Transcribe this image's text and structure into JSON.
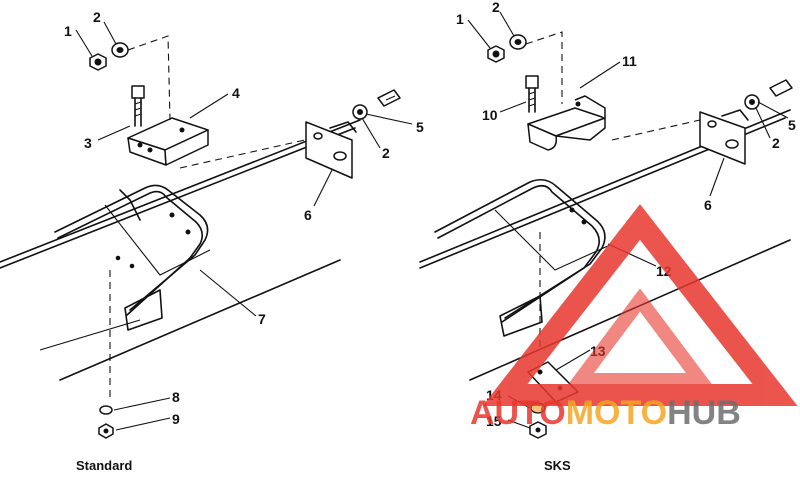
{
  "captions": {
    "left": "Standard",
    "right": "SKS"
  },
  "callouts": {
    "left": [
      "1",
      "2",
      "3",
      "4",
      "5",
      "2",
      "6",
      "7",
      "8",
      "9"
    ],
    "right": [
      "1",
      "2",
      "10",
      "11",
      "2",
      "5",
      "6",
      "12",
      "13",
      "14",
      "15"
    ]
  },
  "watermark": {
    "text_red": "AUTO",
    "text_orange": "MOTO",
    "text_gray": "HUB",
    "colors": {
      "red": "#e8372e",
      "orange": "#f5a623",
      "gray": "#6e6e6e"
    }
  }
}
